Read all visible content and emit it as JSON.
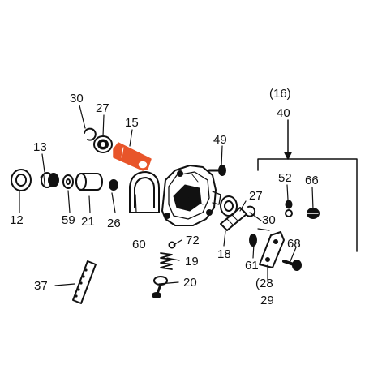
{
  "diagram": {
    "colors": {
      "ink": "#111111",
      "highlight": "#e8552a",
      "background": "#ffffff"
    },
    "labels": {
      "group_ref": "(16)",
      "p40": "40",
      "p30_top": "30",
      "p27_top": "27",
      "p15": "15",
      "p13": "13",
      "p49": "49",
      "p52": "52",
      "p66": "66",
      "p27_right": "27",
      "p30_right": "30",
      "p12": "12",
      "p59": "59",
      "p21": "21",
      "p26": "26",
      "p60": "60",
      "p72": "72",
      "p19": "19",
      "p20": "20",
      "p18": "18",
      "p61": "61",
      "p28": "(28",
      "p29": "29",
      "p68": "68",
      "p37": "37"
    },
    "highlighted_part": "15"
  }
}
